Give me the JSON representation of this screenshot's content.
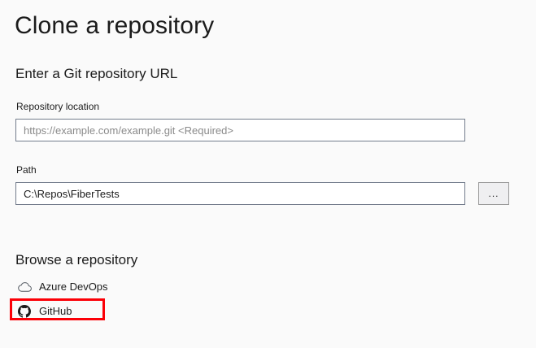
{
  "page": {
    "title": "Clone a repository",
    "background_color": "#fafafa"
  },
  "url_section": {
    "heading": "Enter a Git repository URL",
    "fields": [
      {
        "label": "Repository location",
        "value": "",
        "placeholder": "https://example.com/example.git <Required>"
      },
      {
        "label": "Path",
        "value": "C:\\Repos\\FiberTests",
        "placeholder": ""
      }
    ],
    "browse_button_label": "..."
  },
  "browse_section": {
    "heading": "Browse a repository",
    "items": [
      {
        "label": "Azure DevOps",
        "icon": "cloud-icon"
      },
      {
        "label": "GitHub",
        "icon": "github-icon"
      }
    ]
  },
  "annotation": {
    "highlight_color": "#fb0007",
    "target": "GitHub"
  }
}
